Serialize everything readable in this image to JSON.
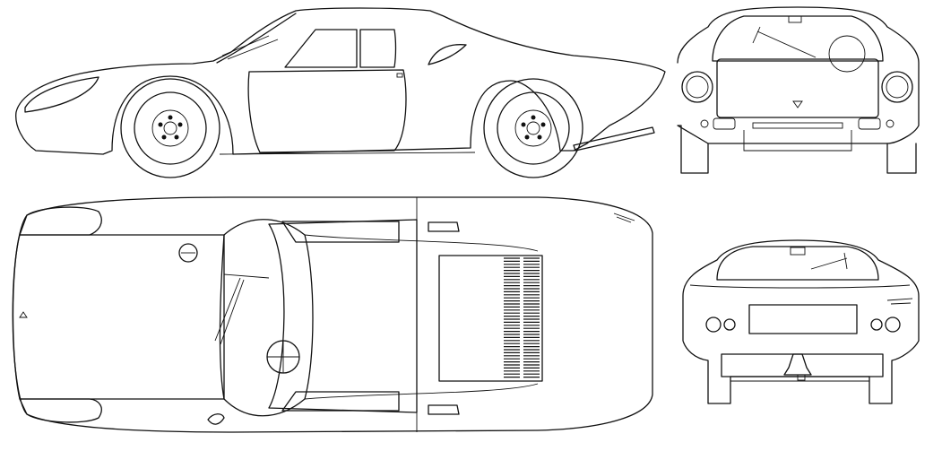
{
  "drawing": {
    "subject": "car-blueprint",
    "line_color": "#111111",
    "background": "#ffffff",
    "views": [
      "side",
      "front",
      "top",
      "rear"
    ]
  }
}
